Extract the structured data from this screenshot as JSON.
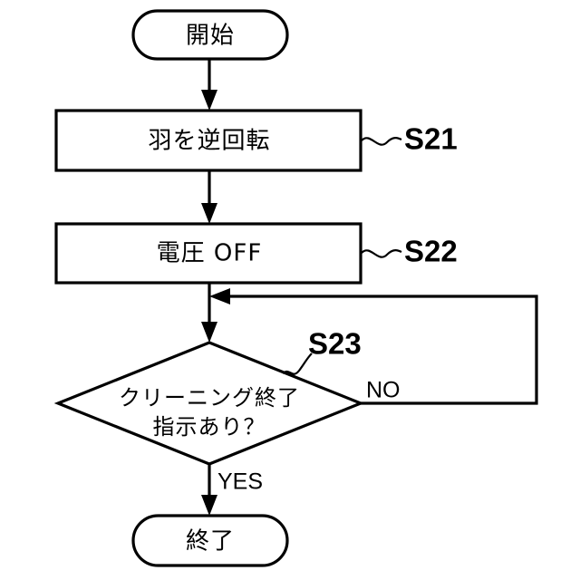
{
  "diagram": {
    "type": "flowchart",
    "language": "ja",
    "background_color": "#ffffff",
    "line_color": "#000000"
  },
  "nodes": {
    "start": {
      "shape": "terminator",
      "label": "開始"
    },
    "step1": {
      "shape": "process",
      "label": "羽を逆回転",
      "step_id": "S21"
    },
    "step2": {
      "shape": "process",
      "label": "電圧 OFF",
      "step_id": "S22"
    },
    "decision": {
      "shape": "decision",
      "label_line1": "クリーニング終了",
      "label_line2": "指示あり？",
      "step_id": "S23"
    },
    "end": {
      "shape": "terminator",
      "label": "終了"
    }
  },
  "branches": {
    "yes_label": "YES",
    "no_label": "NO"
  }
}
